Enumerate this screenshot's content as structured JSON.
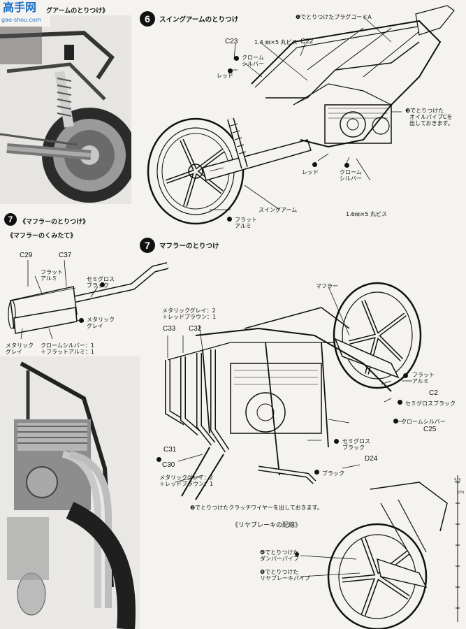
{
  "logo": {
    "cn": "高手网",
    "url": "gao-shou.com"
  },
  "top_left": {
    "heading": "《スイングアームのとりつけ",
    "visible_heading": "グアームのとりつけ》"
  },
  "step6": {
    "number": "6",
    "title": "スイングアームのとりつけ",
    "notes": {
      "plug_cord": "❶でとりつけたプラグコードA",
      "oil_pipe_l1": "❸でとりつけた",
      "oil_pipe_l2": "オイルパイプCを",
      "oil_pipe_l3": "出しておきます。",
      "screw1": "1.4 ㎜×5 丸ビス",
      "screw2": "1.6㎜×5 丸ビス"
    },
    "parts": {
      "c23": "C23",
      "c22": "C22"
    },
    "colors": {
      "chrome1": "クローム",
      "silver1": "シルバー",
      "red1": "レッド",
      "red2": "レッド",
      "chrome2": "クローム",
      "silver2": "シルバー",
      "flat_l1": "フラット",
      "flat_l2": "アルミ"
    },
    "swingarm": "スイングアーム"
  },
  "step7_left": {
    "number": "7",
    "title": "《マフラーのとりつけ》",
    "sub": "《マフラーのくみたて》",
    "parts": {
      "c29": "C29",
      "c37": "C37"
    },
    "colors": {
      "flat_l1": "フラット",
      "flat_l2": "アルミ",
      "semi_l1": "セミグロス",
      "semi_l2": "ブラック",
      "metal_l1": "メタリック",
      "metal_l2": "グレイ",
      "metal2_l1": "メタリック",
      "metal2_l2": "グレイ",
      "mix_l1": "クロームシルバー：1",
      "mix_l2": "＋フラットアルミ：1"
    }
  },
  "step7_right": {
    "number": "7",
    "title": "マフラーのとりつけ",
    "muffler": "マフラー",
    "mix1_l1": "メタリックグレイ：2",
    "mix1_l2": "＋レッドブラウン：1",
    "parts": {
      "c33": "C33",
      "c32": "C32",
      "c2": "C2",
      "c25": "C25",
      "d24": "D24",
      "c31": "C31",
      "c30": "C30"
    },
    "colors": {
      "flat_l1": "フラット",
      "flat_l2": "アルミ",
      "semigloss_black": "セミグロスブラック",
      "chrome_silver": "クロームシルバー",
      "semi_l1": "セミグロス",
      "semi_l2": "ブラック",
      "black": "ブラック",
      "mix2_l1": "メタリックグレイ：2",
      "mix2_l2": "＋レッドブラウン：1"
    },
    "clutch_note": "❷でとりつけたクラッチワイヤーを出しておきます。"
  },
  "rear_brake": {
    "title": "《リヤブレーキの配線》",
    "note1_l1": "❹でとりつけた",
    "note1_l2": "ダンパーパイプ",
    "note2_l1": "❺でとりつけた",
    "note2_l2": "リヤブレーキパイプ"
  },
  "ruler": {
    "a": "5.3",
    "b": "cm"
  }
}
